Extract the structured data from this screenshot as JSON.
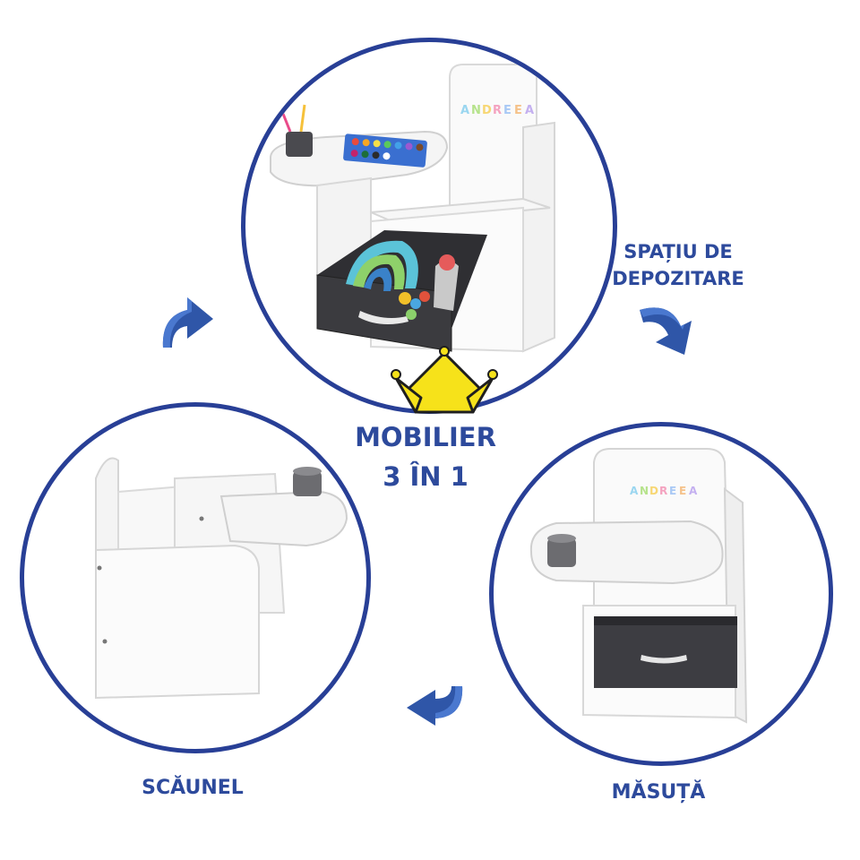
{
  "labels": {
    "storage_line1": "SPAȚIU DE",
    "storage_line2": "DEPOZITARE",
    "title_line1": "MOBILIER",
    "title_line2": "3 ÎN 1",
    "chair": "SCĂUNEL",
    "table": "MĂSUȚĂ"
  },
  "colors": {
    "brand_blue": "#283f96",
    "text_blue": "#2d4a9c",
    "crown_yellow": "#f6e21a"
  },
  "icons": [
    "rotate-arrow-icon",
    "crown-icon"
  ]
}
